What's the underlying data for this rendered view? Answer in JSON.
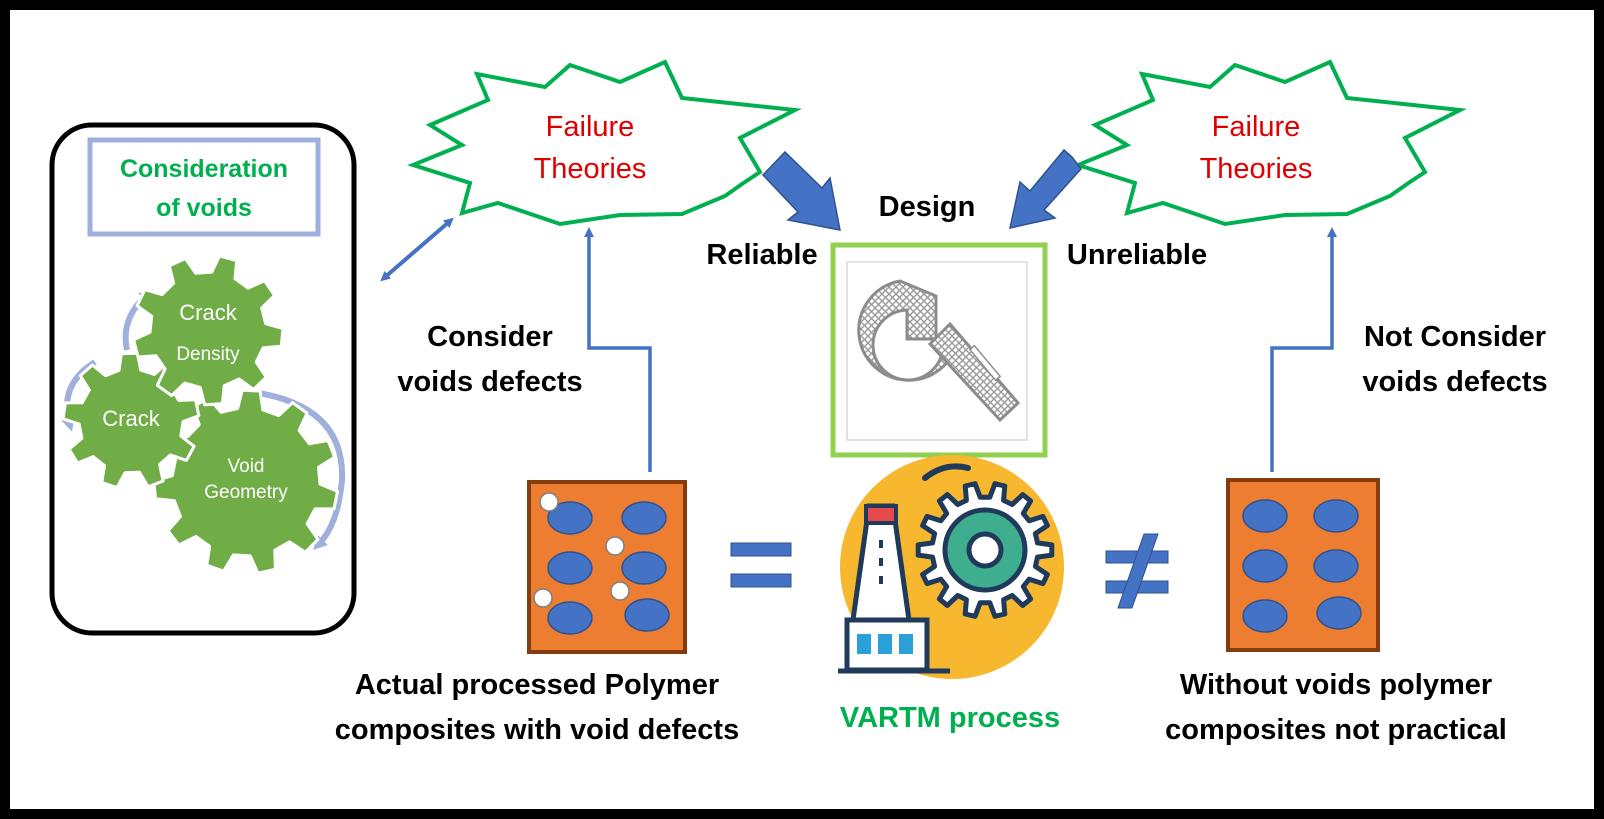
{
  "voids_panel": {
    "title_line1": "Consideration",
    "title_line2": "of voids",
    "gear_crack_density_line1": "Crack",
    "gear_crack_density_line2": "Density",
    "gear_crack": "Crack",
    "gear_void_geometry_line1": "Void",
    "gear_void_geometry_line2": "Geometry"
  },
  "failure_left": {
    "line1": "Failure",
    "line2": "Theories"
  },
  "failure_right": {
    "line1": "Failure",
    "line2": "Theories"
  },
  "design": {
    "title": "Design",
    "reliable": "Reliable",
    "unreliable": "Unreliable"
  },
  "consider_left": {
    "line1": "Consider",
    "line2": "voids defects"
  },
  "consider_right": {
    "line1": "Not Consider",
    "line2": "voids defects"
  },
  "actual_caption": {
    "line1": "Actual processed Polymer",
    "line2": "composites with void defects"
  },
  "vartm_caption": "VARTM process",
  "without_caption": {
    "line1": "Without voids polymer",
    "line2": "composites not practical"
  },
  "colors": {
    "green": "#70ad47",
    "green_text": "#00b050",
    "red_text": "#e00000",
    "blue": "#4472c4",
    "orange": "#ed7d31",
    "brown": "#843c0c",
    "light_blue": "#9fb0dc",
    "navy": "#1f3a5a",
    "teal": "#3fae8f",
    "yellow": "#f7b72f"
  }
}
